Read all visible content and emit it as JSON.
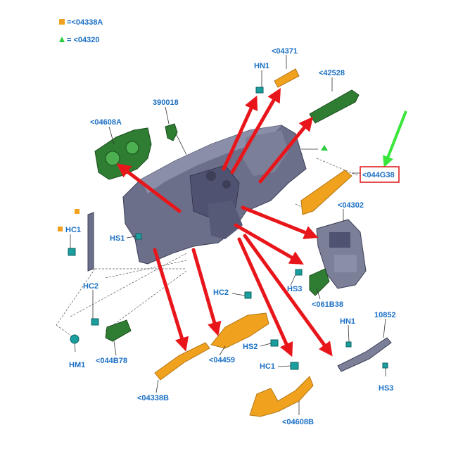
{
  "colors": {
    "label": "#1a6fc4",
    "accent_label": "#e02020",
    "orange_part": "#f0a21e",
    "green_part": "#2e8b2e",
    "gray_part": "#6b6f8a",
    "teal_part": "#1a9e9e",
    "red_arrow": "#e8161b",
    "green_arrow": "#39e639"
  },
  "legend": [
    {
      "symbol": "orange-square",
      "text": "=<04338A"
    },
    {
      "symbol": "green-triangle",
      "text": "= <04320"
    }
  ],
  "labels": {
    "hn1_top": "HN1",
    "p04371": "<04371",
    "p42528": "<42528",
    "p390018": "390018",
    "p04608A": "<04608A",
    "p044G38": "<044G38",
    "p04302": "<04302",
    "hc1_left": "HC1",
    "hs1": "HS1",
    "hs3_mid": "HS3",
    "p061B38": "<061B38",
    "hc2_left": "HC2",
    "p044B78": "<044B78",
    "hm1": "HM1",
    "hc2_mid": "HC2",
    "p04459": "<04459",
    "hs2": "HS2",
    "hc1_bottom": "HC1",
    "p04608B": "<04608B",
    "p04338B": "<04338B",
    "hn1_right": "HN1",
    "p10852": "10852",
    "hs3_right": "HS3"
  }
}
